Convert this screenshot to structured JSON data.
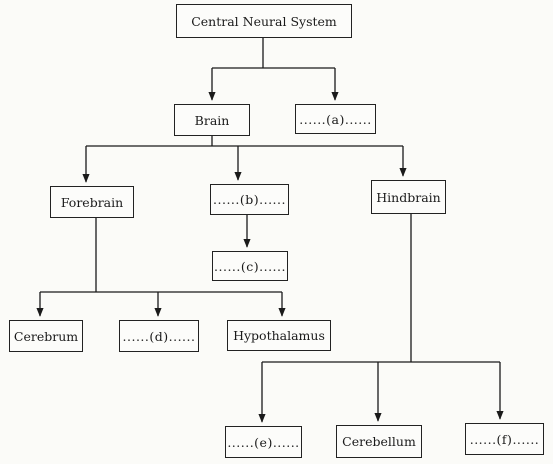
{
  "diagram": {
    "nodes": {
      "root": "Central Neural System",
      "brain": "Brain",
      "a": "......(a)......",
      "forebrain": "Forebrain",
      "b": "......(b)......",
      "hindbrain": "Hindbrain",
      "c": "......(c)......",
      "cerebrum": "Cerebrum",
      "d": "......(d)......",
      "hypothalamus": "Hypothalamus",
      "e": "......(e)......",
      "cerebellum": "Cerebellum",
      "f": "......(f)......"
    }
  }
}
